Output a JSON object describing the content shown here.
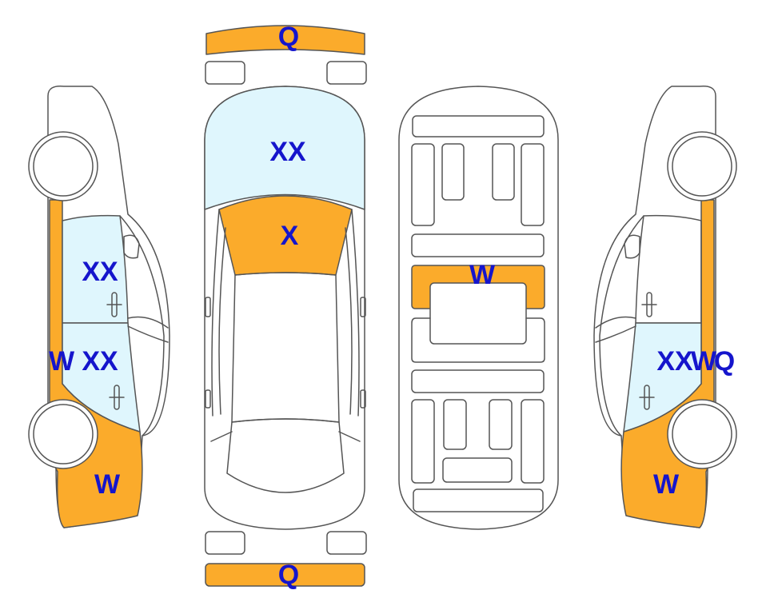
{
  "colors": {
    "damage": "#FBAB2B",
    "glass": "#DFF6FD",
    "outline": "#555555",
    "label": "#1515CC",
    "background": "#FFFFFF"
  },
  "marks": {
    "top": {
      "front_bumper": "Q",
      "windshield": "XX",
      "hood": "X",
      "rear_bumper": "Q"
    },
    "underside": {
      "floor_panel": "W"
    },
    "left_side": {
      "front_door_glass": "XX",
      "rocker_rear": "W",
      "rear_door_glass": "XX",
      "rear_quarter": "W"
    },
    "right_side": {
      "rear_door_glass": "XX",
      "rocker_rear": "W",
      "rocker_rear_2": "Q",
      "rear_quarter": "W"
    }
  }
}
